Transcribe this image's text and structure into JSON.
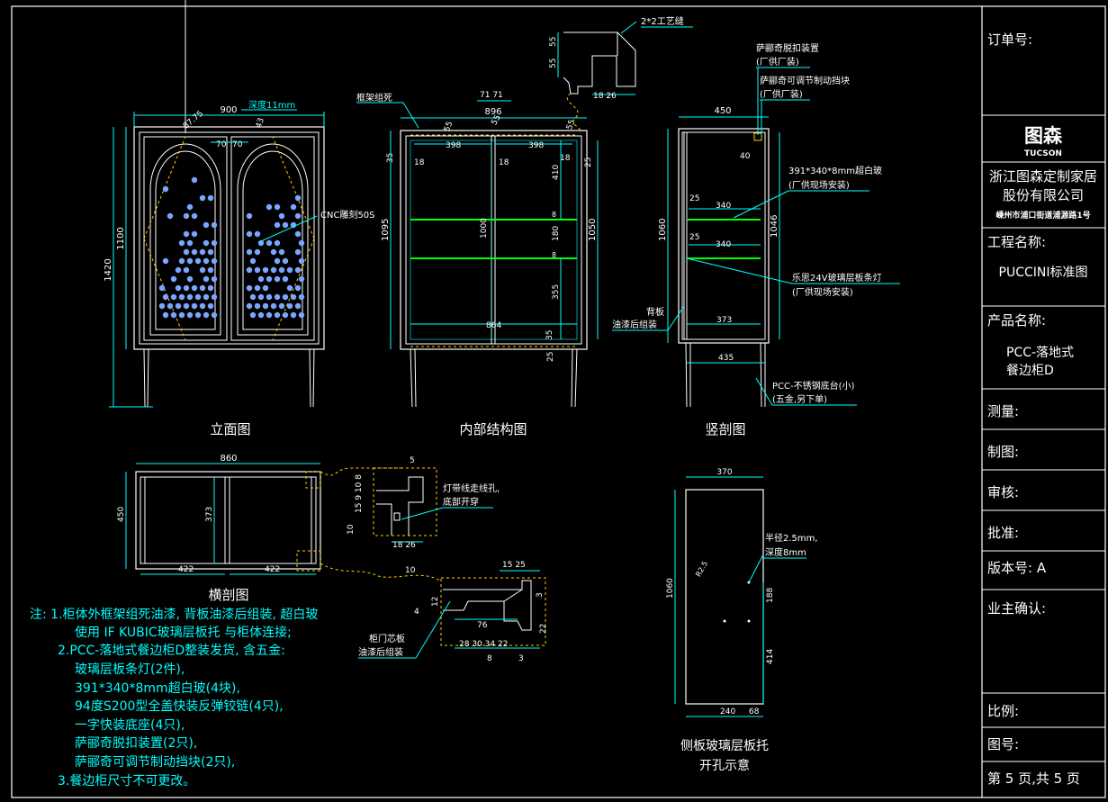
{
  "title_block": {
    "order_no_label": "订单号:",
    "logo_cn": "图森",
    "logo_en": "TUCSON",
    "company_line1": "浙江图森定制家居",
    "company_line2": "股份有限公司",
    "address": "嵊州市浦口街道浦源路1号",
    "project_label": "工程名称:",
    "project_value": "PUCCINI标准图",
    "product_label": "产品名称:",
    "product_value_1": "PCC-落地式",
    "product_value_2": "餐边柜D",
    "survey_label": "测量:",
    "draw_label": "制图:",
    "review_label": "审核:",
    "approve_label": "批准:",
    "version_label": "版本号: A",
    "owner_label": "业主确认:",
    "scale_label": "比例:",
    "drawing_no_label": "图号:",
    "page_label": "第 5 页,共 5 页"
  },
  "views": {
    "elevation": "立面图",
    "internal": "内部结构图",
    "vertical_section": "竖剖图",
    "horizontal_section": "横剖图",
    "side_panel_1": "侧板玻璃层板托",
    "side_panel_2": "开孔示意"
  },
  "dims": {
    "e_900": "900",
    "e_depth": "深度11mm",
    "e_8775": "87.75",
    "e_43": "43",
    "e_70a": "70",
    "e_70b": "70",
    "e_1100": "1100",
    "e_1420": "1420",
    "e_cnc": "CNC雕刻50S",
    "i_frame": "框架组死",
    "i_7171": "71 71",
    "i_896": "896",
    "i_55": "55",
    "i_398a": "398",
    "i_398b": "398",
    "i_35": "35",
    "i_18a": "18",
    "i_18b": "18",
    "i_18c": "18",
    "i_25": "25",
    "i_410": "410",
    "i_8": "8",
    "i_180": "180",
    "i_1000": "1000",
    "i_1095": "1095",
    "i_1050": "1050",
    "i_355": "355",
    "i_864": "864",
    "i_35b": "35",
    "i_25b": "25",
    "d_craft": "2*2工艺缝",
    "d_5555a": "55",
    "d_5555b": "55",
    "d_1826": "18 26",
    "v_450": "450",
    "v_40": "40",
    "v_25a": "25",
    "v_340a": "340",
    "v_25b": "25",
    "v_340b": "340",
    "v_1060": "1060",
    "v_1046": "1046",
    "v_373": "373",
    "v_435": "435",
    "v_back1": "背板",
    "v_back2": "油漆后组装",
    "v_note1a": "萨郦奇脱扣装置",
    "v_note1b": "(厂供厂装)",
    "v_note2a": "萨郦奇可调节制动挡块",
    "v_note2b": "(厂供厂装)",
    "v_note3a": "391*340*8mm超白玻",
    "v_note3b": "(厂供现场安装)",
    "v_note4a": "乐思24V玻璃层板条灯",
    "v_note4b": "(厂供现场安装)",
    "v_note5a": "PCC-不锈钢底台(小)",
    "v_note5b": "(五金,另下单)",
    "h_860": "860",
    "h_450": "450",
    "h_373": "373",
    "h_422a": "422",
    "h_422b": "422",
    "h_5": "5",
    "h_stack": "15 9 10 8",
    "h_10": "10",
    "h_1826": "18 26",
    "h_10b": "10",
    "h_light1": "灯带线走线孔,",
    "h_light2": "底部开穿",
    "h_door1": "柜门芯板",
    "h_door2": "油漆后组装",
    "h_1525": "15 25",
    "h_76": "76",
    "h_22": "22",
    "h_bottom": "28 30 34 22",
    "h_8": "8",
    "h_3a": "3",
    "h_3b": "3",
    "h_4": "4",
    "h_12": "12",
    "s_370": "370",
    "s_radius1": "半径2.5mm,",
    "s_radius2": "深度8mm",
    "s_1060": "1060",
    "s_188": "188",
    "s_414": "414",
    "s_240": "240",
    "s_68": "68",
    "s_r25": "R2.5"
  },
  "notes": [
    "注: 1.柜体外框架组死油漆, 背板油漆后组装, 超白玻",
    "使用 IF KUBIC玻璃层板托 与柜体连接;",
    "2.PCC-落地式餐边柜D整装发货, 含五金:",
    "玻璃层板条灯(2件),",
    "391*340*8mm超白玻(4块),",
    "94度S200型全盖快装反弹铰链(4只),",
    "一字快装底座(4只),",
    "萨郦奇脱扣装置(2只),",
    "萨郦奇可调节制动挡块(2只),",
    "3.餐边柜尺寸不可更改。"
  ],
  "colors": {
    "line": "#ffffff",
    "dim": "#00ffff",
    "shelf": "#00ff00",
    "dot": "#7aa6ff",
    "hidden": "#ffcc00"
  }
}
